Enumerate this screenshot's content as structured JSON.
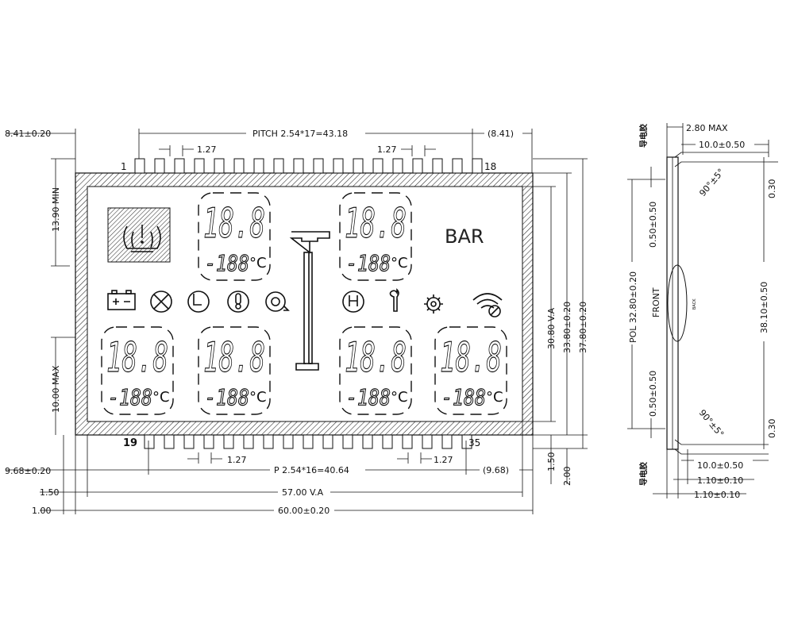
{
  "front_view": {
    "pin_first_top": "1",
    "pin_last_top": "18",
    "pin_first_bottom": "19",
    "pin_last_bottom": "35",
    "pitch_top": "PITCH 2.54*17=43.18",
    "pitch_top_offset": "(8.41)",
    "pitch_top_spacing_left": "1.27",
    "pitch_top_spacing_right": "1.27",
    "pitch_bottom": "P 2.54*16=40.64",
    "pitch_bottom_offset": "(9.68)",
    "pitch_bottom_spacing_left": "1.27",
    "pitch_bottom_spacing_right": "1.27",
    "left_top_offset": "8.41±0.20",
    "left_bottom_offset": "9.68±0.20",
    "min_height": "13.90 MIN",
    "max_height": "10.00 MAX",
    "dim_150": "1.50",
    "dim_100": "1.00",
    "va_width": "57.00 V.A",
    "total_width": "60.00±0.20",
    "va_height": "30.80 V.A",
    "height_338": "33.80±0.20",
    "height_378": "37.80±0.20",
    "dim_150_right": "1.50",
    "dim_200_right": "2.00",
    "bar_label": "BAR",
    "digit_text_large": "18.8",
    "digit_text_small": "-188",
    "unit_celsius": "°C"
  },
  "side_view": {
    "dim_280max": "2.80 MAX",
    "dim_100_050_top": "10.0±0.50",
    "dim_100_050_bottom": "10.0±0.50",
    "angle_top": "90°±5°",
    "angle_bottom": "90°±5°",
    "dim_030_top": "0.30",
    "dim_030_bottom": "0.30",
    "dim_050_top": "0.50±0.50",
    "dim_050_bottom": "0.50±0.50",
    "pol": "POL 32.80±0.20",
    "front": "FRONT",
    "back": "BACK",
    "height_total": "38.10±0.50",
    "dim_110_a": "1.10±0.10",
    "dim_110_b": "1.10±0.10",
    "cn_label_top": "导电胶",
    "cn_label_bottom": "导电胶"
  }
}
